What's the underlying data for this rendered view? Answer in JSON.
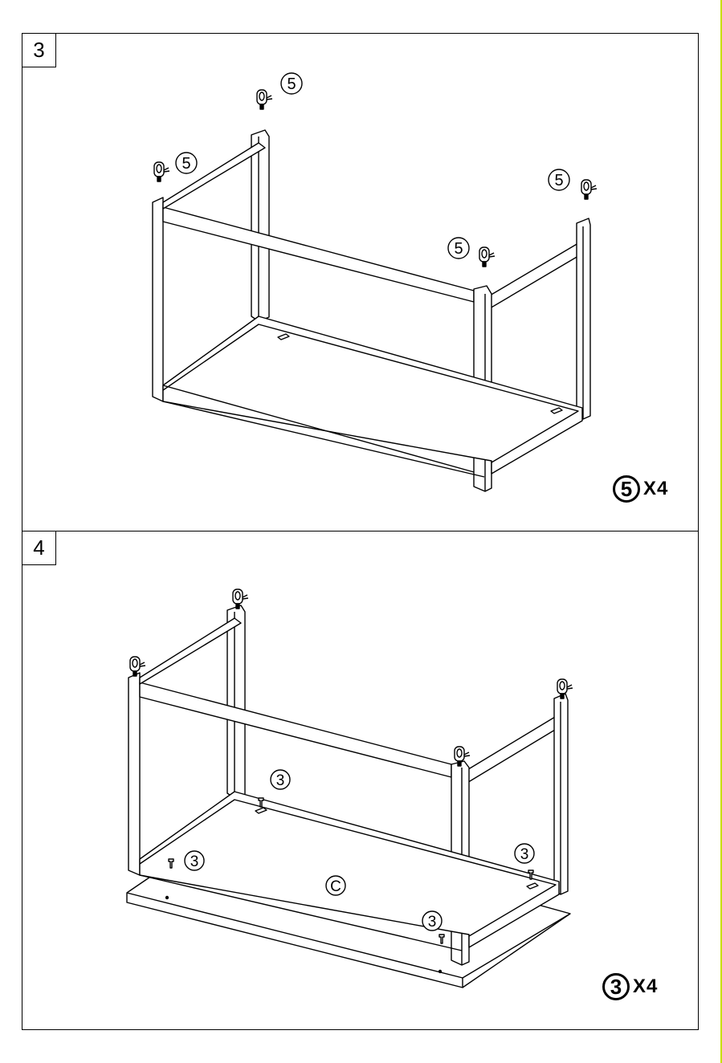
{
  "steps": [
    {
      "number": "3",
      "part_label": "5",
      "quantity_part": "5",
      "quantity_mult": "X4"
    },
    {
      "number": "4",
      "part_label": "3",
      "panel_label": "C",
      "quantity_part": "3",
      "quantity_mult": "X4"
    }
  ],
  "colors": {
    "line": "#000000",
    "background": "#ffffff",
    "edge_accent": "#c8e000"
  }
}
